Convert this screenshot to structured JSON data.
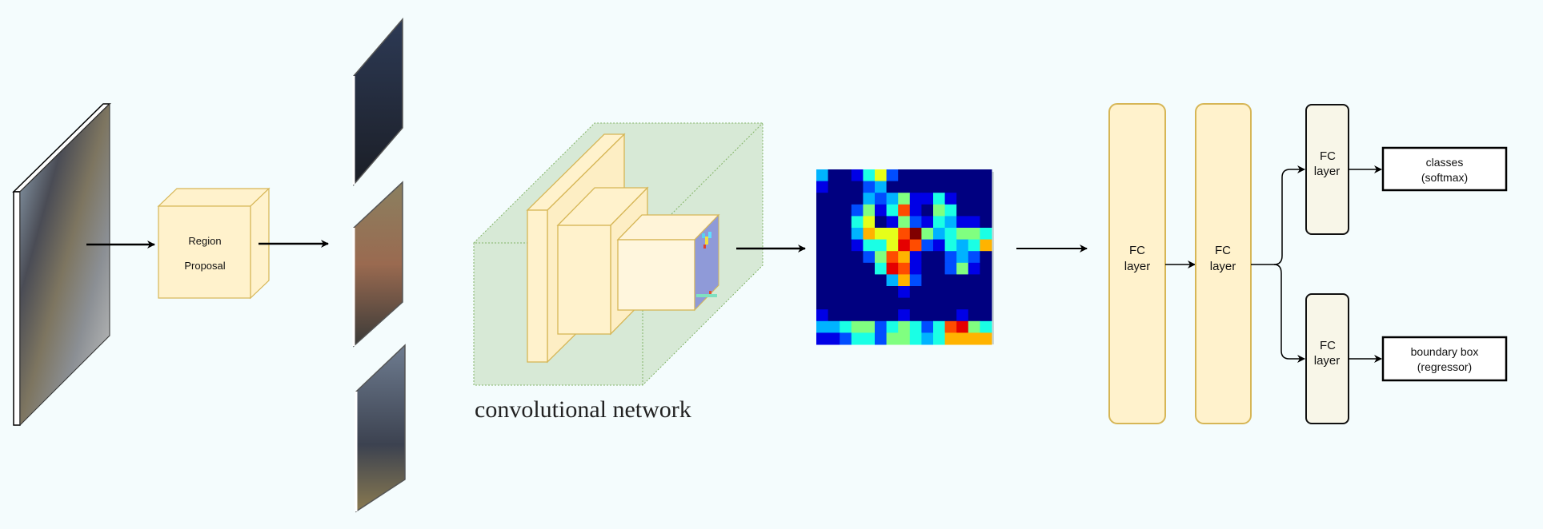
{
  "region_proposal": {
    "line1": "Region",
    "line2": "Proposal"
  },
  "conv_label": "convolutional network",
  "fc_layers": [
    {
      "line1": "FC",
      "line2": "layer"
    },
    {
      "line1": "FC",
      "line2": "layer"
    },
    {
      "line1": "FC",
      "line2": "layer"
    },
    {
      "line1": "FC",
      "line2": "layer"
    }
  ],
  "outputs": [
    {
      "line1": "classes",
      "line2": "(softmax)"
    },
    {
      "line1": "boundary box",
      "line2": "(regressor)"
    }
  ],
  "colors": {
    "background": "#f4fcfd",
    "yellow_fill": "#fff2cc",
    "yellow_stroke": "#d6b656",
    "green_fill": "#d5e8d4",
    "fc_small_fill": "#f8f6e8"
  },
  "heatmap": {
    "scale_max": 10,
    "values": [
      [
        3,
        0,
        0,
        1,
        4,
        6,
        2,
        0,
        0,
        0,
        0,
        0,
        0,
        0,
        0
      ],
      [
        1,
        0,
        0,
        0,
        2,
        3,
        0,
        0,
        0,
        0,
        0,
        0,
        0,
        0,
        0
      ],
      [
        0,
        0,
        0,
        0,
        3,
        2,
        3,
        5,
        1,
        1,
        4,
        1,
        0,
        0,
        0
      ],
      [
        0,
        0,
        0,
        2,
        5,
        1,
        4,
        8,
        1,
        0,
        5,
        4,
        0,
        0,
        0
      ],
      [
        0,
        0,
        0,
        4,
        6,
        0,
        1,
        5,
        2,
        1,
        4,
        3,
        1,
        1,
        0
      ],
      [
        0,
        0,
        0,
        3,
        7,
        6,
        6,
        8,
        10,
        5,
        3,
        4,
        5,
        5,
        4
      ],
      [
        0,
        0,
        0,
        1,
        4,
        4,
        6,
        9,
        8,
        2,
        1,
        4,
        3,
        4,
        7
      ],
      [
        0,
        0,
        0,
        0,
        2,
        5,
        8,
        7,
        1,
        0,
        0,
        2,
        3,
        2,
        0
      ],
      [
        0,
        0,
        0,
        0,
        0,
        4,
        9,
        8,
        1,
        0,
        0,
        2,
        5,
        1,
        0
      ],
      [
        0,
        0,
        0,
        0,
        0,
        0,
        3,
        7,
        2,
        0,
        0,
        0,
        0,
        0,
        0
      ],
      [
        0,
        0,
        0,
        0,
        0,
        0,
        0,
        1,
        0,
        0,
        0,
        0,
        0,
        0,
        0
      ],
      [
        0,
        0,
        0,
        0,
        0,
        0,
        0,
        0,
        0,
        0,
        0,
        0,
        0,
        0,
        0
      ],
      [
        1,
        0,
        0,
        0,
        0,
        0,
        0,
        1,
        0,
        0,
        0,
        0,
        1,
        0,
        0
      ],
      [
        3,
        3,
        4,
        5,
        5,
        2,
        4,
        5,
        4,
        2,
        4,
        8,
        9,
        5,
        4
      ],
      [
        1,
        1,
        2,
        4,
        4,
        2,
        5,
        5,
        4,
        3,
        4,
        7,
        7,
        7,
        7
      ]
    ]
  }
}
